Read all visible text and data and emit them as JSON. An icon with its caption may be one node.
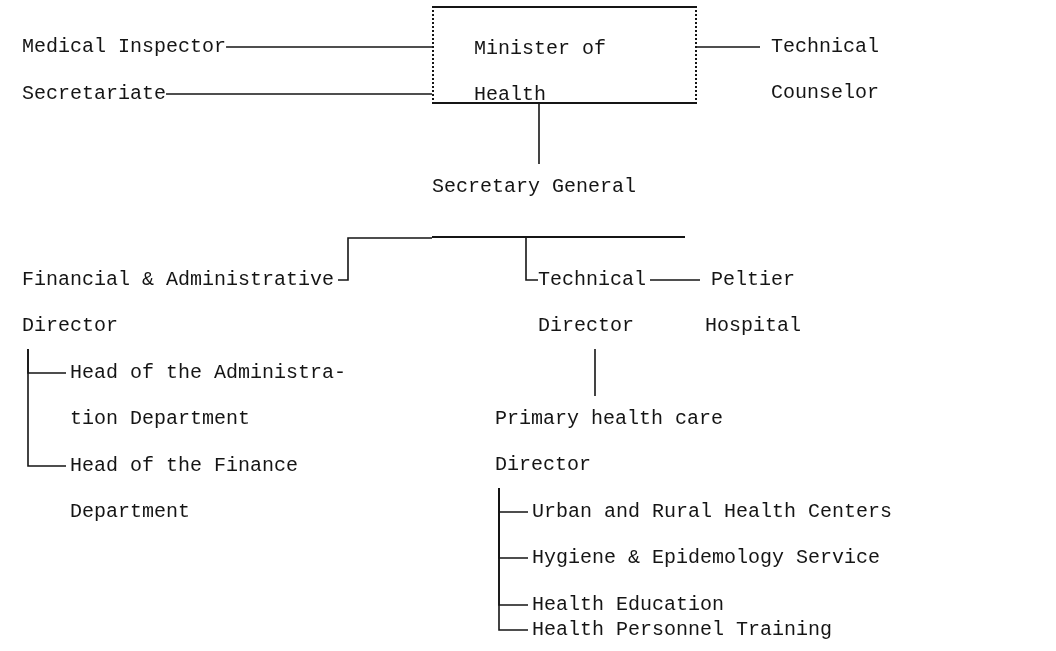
{
  "diagram": {
    "nodes": [
      {
        "text": [
          "Medical Inspector"
        ]
      },
      {
        "text": [
          "Secretariate"
        ]
      },
      {
        "text": [
          "Minister of Health"
        ]
      },
      {
        "text": [
          "Technical Counselor"
        ]
      },
      {
        "text": [
          "Secretary General"
        ]
      },
      {
        "text": [
          "Financial & Administrative Director"
        ]
      },
      {
        "text": [
          "Technical Director"
        ]
      },
      {
        "text": [
          "Peltier Hospital"
        ]
      },
      {
        "text": [
          "Head of the Administra- tion Department"
        ]
      },
      {
        "text": [
          "Head of the Finance Department"
        ]
      },
      {
        "text": [
          "Primary health care Director"
        ]
      },
      {
        "text": [
          "Urban and Rural Health Centers"
        ]
      },
      {
        "text": [
          "Hygiene & Epidemology Service"
        ]
      },
      {
        "text": [
          "Health Education"
        ]
      },
      {
        "text": [
          "Health Personnel Training"
        ]
      }
    ],
    "edges": [
      {
        "from": 0,
        "to": 2,
        "arrow": "none"
      },
      {
        "from": 1,
        "to": 2,
        "arrow": "none"
      },
      {
        "from": 2,
        "to": 3,
        "arrow": "none"
      },
      {
        "from": 2,
        "to": 4,
        "arrow": "none"
      },
      {
        "from": 4,
        "to": 5,
        "arrow": "none"
      },
      {
        "from": 4,
        "to": 6,
        "arrow": "none"
      },
      {
        "from": 6,
        "to": 7,
        "arrow": "none"
      },
      {
        "from": 5,
        "to": 8,
        "arrow": "none"
      },
      {
        "from": 5,
        "to": 9,
        "arrow": "none"
      },
      {
        "from": 6,
        "to": 10,
        "arrow": "none"
      },
      {
        "from": 10,
        "to": 11,
        "arrow": "none"
      },
      {
        "from": 10,
        "to": 12,
        "arrow": "none"
      },
      {
        "from": 10,
        "to": 13,
        "arrow": "none"
      },
      {
        "from": 10,
        "to": 14,
        "arrow": "none"
      }
    ]
  }
}
